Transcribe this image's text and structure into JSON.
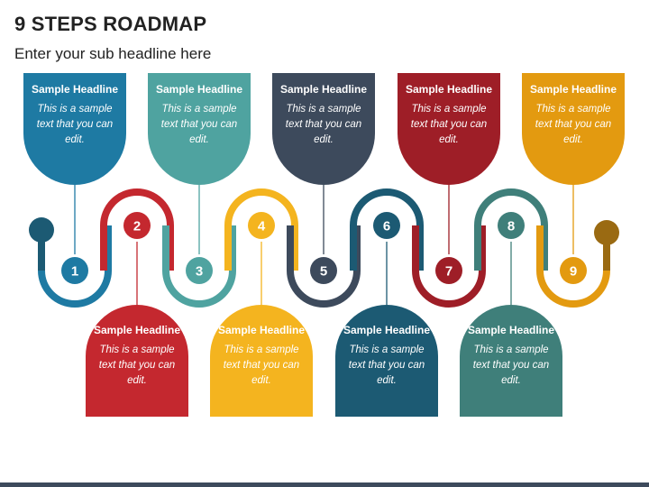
{
  "title": "9 STEPS ROADMAP",
  "subtitle": "Enter your sub headline here",
  "steps": [
    {
      "number": "1",
      "headline": "Sample Headline",
      "text": "This is a sample text that you can edit.",
      "color": "#1e7aa3",
      "position": "top"
    },
    {
      "number": "2",
      "headline": "Sample Headline",
      "text": "This is a sample text that you can edit.",
      "color": "#c4282f",
      "position": "bottom"
    },
    {
      "number": "3",
      "headline": "Sample Headline",
      "text": "This is a sample text that you can edit.",
      "color": "#4fa3a0",
      "position": "top"
    },
    {
      "number": "4",
      "headline": "Sample Headline",
      "text": "This is a sample text that you can edit.",
      "color": "#f4b41f",
      "position": "bottom"
    },
    {
      "number": "5",
      "headline": "Sample Headline",
      "text": "This is a sample text that you can edit.",
      "color": "#3d4a5c",
      "position": "top"
    },
    {
      "number": "6",
      "headline": "Sample Headline",
      "text": "This is a sample text that you can edit.",
      "color": "#1c5a73",
      "position": "bottom"
    },
    {
      "number": "7",
      "headline": "Sample Headline",
      "text": "This is a sample text that you can edit.",
      "color": "#9e1e27",
      "position": "top"
    },
    {
      "number": "8",
      "headline": "Sample Headline",
      "text": "This is a sample text that you can edit.",
      "color": "#3f7f7a",
      "position": "bottom"
    },
    {
      "number": "9",
      "headline": "Sample Headline",
      "text": "This is a sample text that you can edit.",
      "color": "#e39a10",
      "position": "top"
    }
  ],
  "start_color": "#1c5a73",
  "end_color": "#9a6a12"
}
